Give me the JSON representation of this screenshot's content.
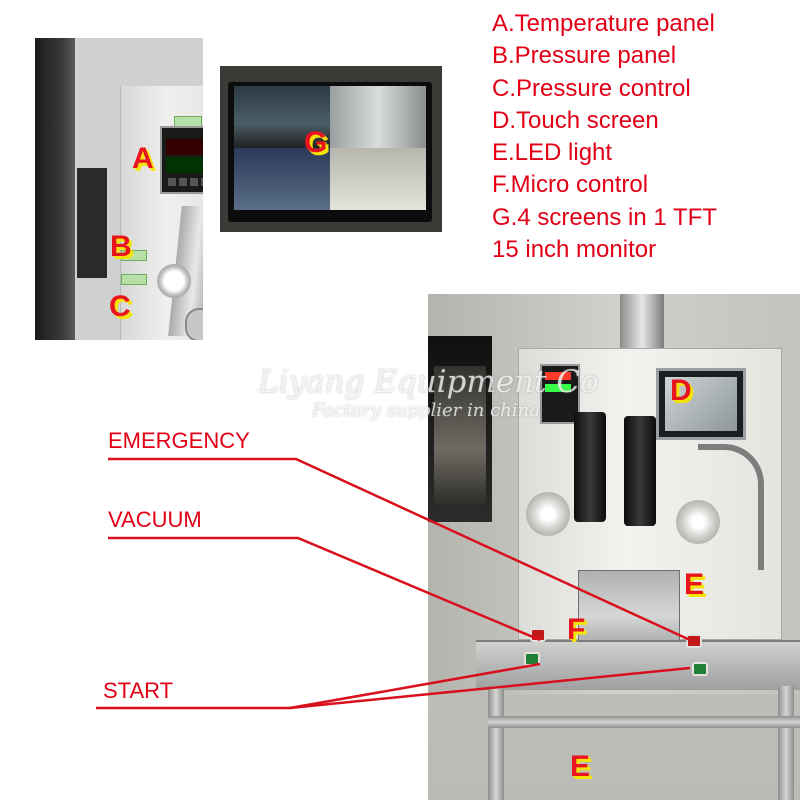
{
  "legend": [
    "A.Temperature panel",
    "B.Pressure panel",
    "C.Pressure control",
    "D.Touch screen",
    "E.LED light",
    "F.Micro control",
    "G.4 screens in 1 TFT",
    "15 inch monitor"
  ],
  "callouts": {
    "a": "A",
    "b": "B",
    "c": "C",
    "d": "D",
    "e_upper": "E",
    "e_lower": "E",
    "f": "F",
    "g": "G"
  },
  "labels": {
    "emergency": "EMERGENCY",
    "vacuum": "VACUUM",
    "start": "START"
  },
  "watermark": {
    "line1": "Liyang Equipment Co",
    "line2": "Factory supplier in china"
  },
  "colors": {
    "label_red": "#e10016",
    "callout_red": "#e8141e",
    "callout_shadow": "#f4e30a",
    "leader_line": "#d8101c"
  }
}
